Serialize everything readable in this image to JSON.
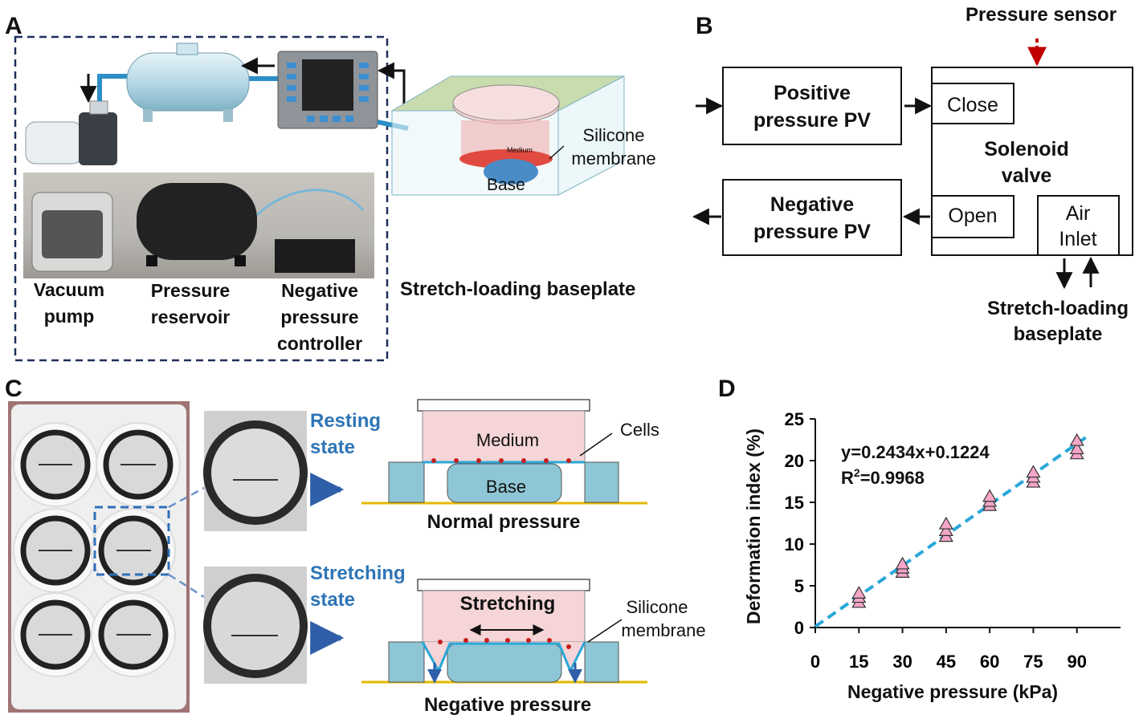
{
  "panel_labels": {
    "a": "A",
    "b": "B",
    "c": "C",
    "d": "D"
  },
  "panel_a": {
    "vacuum_pump": [
      "Vacuum",
      "pump"
    ],
    "pressure_reservoir": [
      "Pressure",
      "reservoir"
    ],
    "negative_controller": [
      "Negative",
      "pressure",
      "controller"
    ],
    "stretch_baseplate": "Stretch-loading baseplate",
    "silicone_membrane": [
      "Silicone",
      "membrane"
    ],
    "medium": "Medium",
    "base": "Base"
  },
  "panel_b": {
    "pressure_sensor": "Pressure sensor",
    "positive_pv": [
      "Positive",
      "pressure PV"
    ],
    "negative_pv": [
      "Negative",
      "pressure PV"
    ],
    "close": "Close",
    "open": "Open",
    "solenoid_valve": [
      "Solenoid",
      "valve"
    ],
    "air_inlet": [
      "Air",
      "Inlet"
    ],
    "stretch_baseplate": [
      "Stretch-loading",
      "baseplate"
    ]
  },
  "panel_c": {
    "resting_state": [
      "Resting",
      "state"
    ],
    "stretching_state": [
      "Stretching",
      "state"
    ],
    "medium": "Medium",
    "cells": "Cells",
    "base": "Base",
    "normal_pressure": "Normal pressure",
    "stretching": "Stretching",
    "silicone_membrane": [
      "Silicone",
      "membrane"
    ],
    "negative_pressure": "Negative pressure"
  },
  "colors": {
    "accent_blue": "#2e75b6",
    "marker_pink": "#f4a6c8",
    "fit_line": "#29a8d8",
    "sensor_red": "#c00000"
  },
  "chart_data": {
    "type": "scatter",
    "xlabel": "Negative pressure (kPa)",
    "ylabel": "Deformation index (%)",
    "x_ticks": [
      0,
      15,
      30,
      45,
      60,
      75,
      90
    ],
    "y_ticks": [
      0,
      5,
      10,
      15,
      20,
      25
    ],
    "xlim": [
      0,
      105
    ],
    "ylim": [
      0,
      25
    ],
    "equation": "y=0.2434x+0.1224",
    "r2_prefix": "R",
    "r2_sup": "2",
    "r2_value": "=0.9968",
    "fit": {
      "slope": 0.2434,
      "intercept": 0.1224
    },
    "series": [
      {
        "points": [
          [
            15,
            3.0
          ],
          [
            15,
            3.6
          ],
          [
            15,
            4.1
          ],
          [
            30,
            6.6
          ],
          [
            30,
            7.1
          ],
          [
            30,
            7.6
          ],
          [
            45,
            10.9
          ],
          [
            45,
            11.6
          ],
          [
            45,
            12.4
          ],
          [
            60,
            14.6
          ],
          [
            60,
            15.1
          ],
          [
            60,
            15.7
          ],
          [
            75,
            17.4
          ],
          [
            75,
            18.0
          ],
          [
            75,
            18.6
          ],
          [
            90,
            20.8
          ],
          [
            90,
            21.4
          ],
          [
            90,
            22.4
          ]
        ]
      }
    ]
  }
}
